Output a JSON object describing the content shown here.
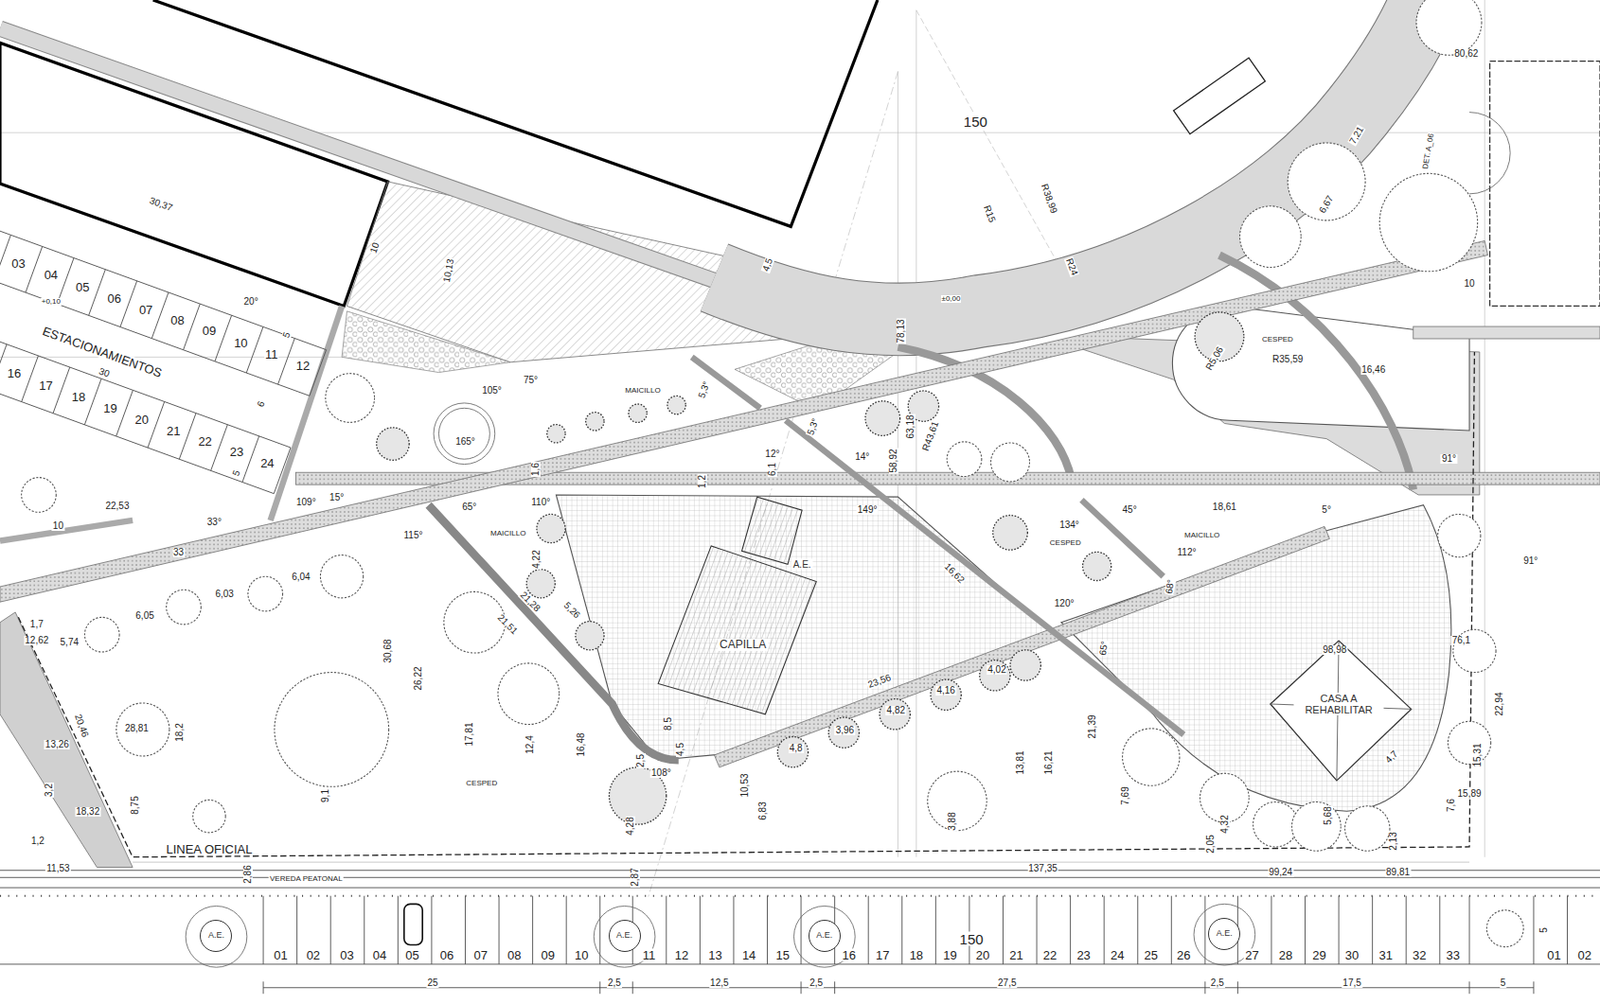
{
  "diagram": {
    "nodes": [
      {
        "text": [
          "A.E."
        ]
      },
      {
        "text": [
          "CAPILLA"
        ]
      },
      {
        "text": [
          "CASA A REHABILITAR"
        ]
      },
      {
        "text": [
          "A.E."
        ]
      },
      {
        "text": [
          "A.E."
        ]
      },
      {
        "text": [
          "A.E."
        ]
      },
      {
        "text": [
          "A.E."
        ]
      }
    ],
    "labels": [
      "30,37",
      "03",
      "04",
      "05",
      "06",
      "07",
      "08",
      "09",
      "10",
      "11",
      "12",
      "+0,10",
      "ESTACIONAMIENTOS",
      "30",
      "16",
      "17",
      "18",
      "19",
      "20",
      "21",
      "22",
      "23",
      "24",
      "20°",
      "5",
      "6",
      "5",
      "10",
      "10,13",
      "4,5",
      "150",
      "R15",
      "R38,99",
      "R24",
      "±0,00",
      "78,13",
      "80,62",
      "DET. A_06",
      "7,21",
      "6,67",
      "10",
      "CESPED",
      "R35,59",
      "16,46",
      "R5,06",
      "91°",
      "91°",
      "18,61",
      "105°",
      "75°",
      "165°",
      "MAICILLO",
      "5,3°",
      "5,3°",
      "12°",
      "14°",
      "58,92",
      "63,18",
      "R43,61",
      "149°",
      "109°",
      "15°",
      "22,53",
      "10",
      "33°",
      "33",
      "115°",
      "65°",
      "110°",
      "1,6",
      "1,2",
      "6,1",
      "134°",
      "45°",
      "5°",
      "112°",
      "68°",
      "120°",
      "65°",
      "16,62",
      "4,22",
      "21,28",
      "5,26",
      "21,51",
      "6,03",
      "6,04",
      "6,05",
      "5,74",
      "12,62",
      "1,7",
      "30,68",
      "26,22",
      "17,81",
      "12,4",
      "16,48",
      "20,46",
      "13,26",
      "28,81",
      "18,2",
      "8,75",
      "9,1",
      "CESPED",
      "18,32",
      "3,2",
      "1,2",
      "11,53",
      "LINEA OFICIAL",
      "2,86",
      "VEREDA PEATONAL",
      "2,87",
      "25",
      "2,5",
      "12,5",
      "2,5",
      "27,5",
      "2,5",
      "17,5",
      "5",
      "5",
      "137,35",
      "99,24",
      "89,81",
      "150",
      "8,5",
      "4,5",
      "108°",
      "2,5",
      "4,28",
      "10,53",
      "6,83",
      "4,8",
      "3,96",
      "4,82",
      "4,16",
      "4,02",
      "23,56",
      "3,88",
      "13,81",
      "16,21",
      "21,39",
      "7,69",
      "2,05",
      "4,32",
      "5,68",
      "2,13",
      "7,6",
      "15,89",
      "22,94",
      "15,31",
      "76,1",
      "98,98",
      "4,7",
      "MAICILLO",
      "CESPED",
      "MAICILLO",
      "01",
      "02",
      "03",
      "04",
      "05",
      "06",
      "07",
      "08",
      "09",
      "10",
      "11",
      "12",
      "13",
      "14",
      "15",
      "16",
      "17",
      "18",
      "19",
      "20",
      "21",
      "22",
      "23",
      "24",
      "25",
      "26",
      "27",
      "28",
      "29",
      "30",
      "31",
      "32",
      "33",
      "01",
      "02"
    ]
  }
}
